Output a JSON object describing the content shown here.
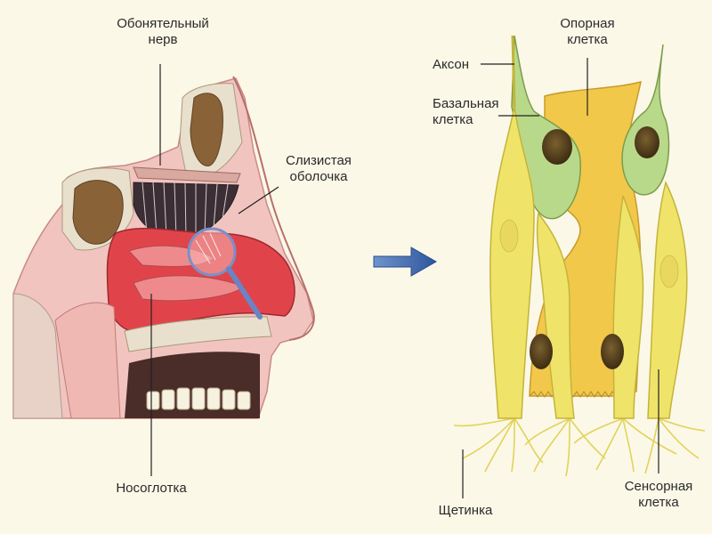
{
  "labels": {
    "olfactory_nerve": [
      "Обонятельный",
      "нерв"
    ],
    "mucous_membrane": [
      "Слизистая",
      "оболочка"
    ],
    "nasopharynx": "Носоглотка",
    "axon": "Аксон",
    "basal_cell": [
      "Базальная",
      "клетка"
    ],
    "supporting_cell": [
      "Опорная",
      "клетка"
    ],
    "cilia": "Щетинка",
    "sensory_cell": [
      "Сенсорная",
      "клетка"
    ]
  },
  "colors": {
    "background": "#fbf8e8",
    "tissue_pink": "#f2c4c0",
    "cavity_red": "#e0444a",
    "bone": "#e8e0cc",
    "sinus_brown": "#8a6238",
    "cell_yellow": "#f0e36a",
    "supporting_orange": "#f2c84a",
    "basal_green": "#b9d98a",
    "nucleus": "#5b4420",
    "arrow_blue": "#3a64a8"
  }
}
